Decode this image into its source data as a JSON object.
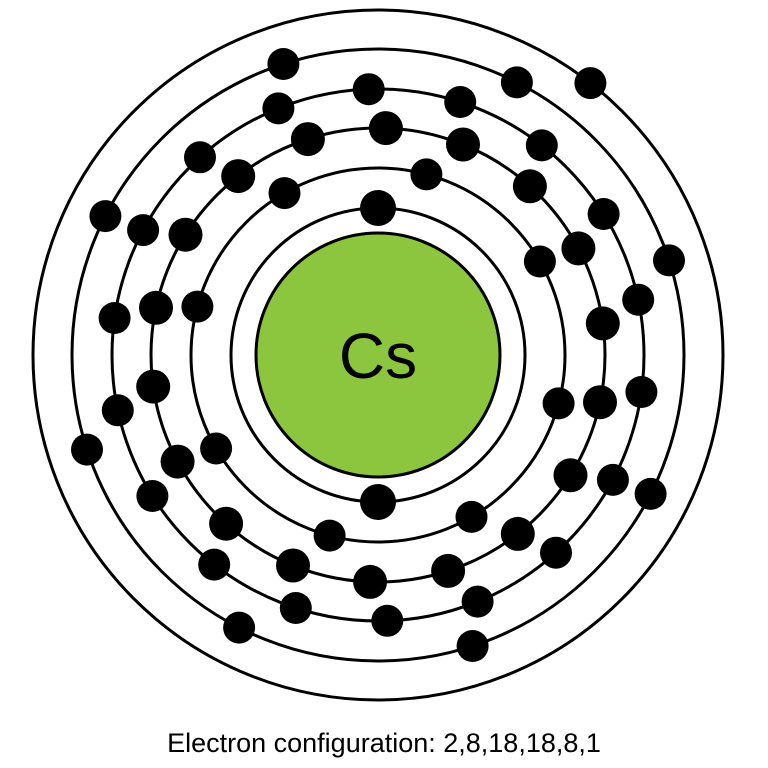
{
  "element_symbol": "Cs",
  "caption": "Electron configuration: 2,8,18,18,8,1",
  "shells": [
    {
      "shell": 1,
      "electrons": 2
    },
    {
      "shell": 2,
      "electrons": 8
    },
    {
      "shell": 3,
      "electrons": 18
    },
    {
      "shell": 4,
      "electrons": 18
    },
    {
      "shell": 5,
      "electrons": 8
    },
    {
      "shell": 6,
      "electrons": 1
    }
  ],
  "colors": {
    "nucleus_fill": "#8cc63f",
    "nucleus_stroke": "#000000",
    "ring": "#000000",
    "electron": "#000000",
    "text": "#000000"
  }
}
